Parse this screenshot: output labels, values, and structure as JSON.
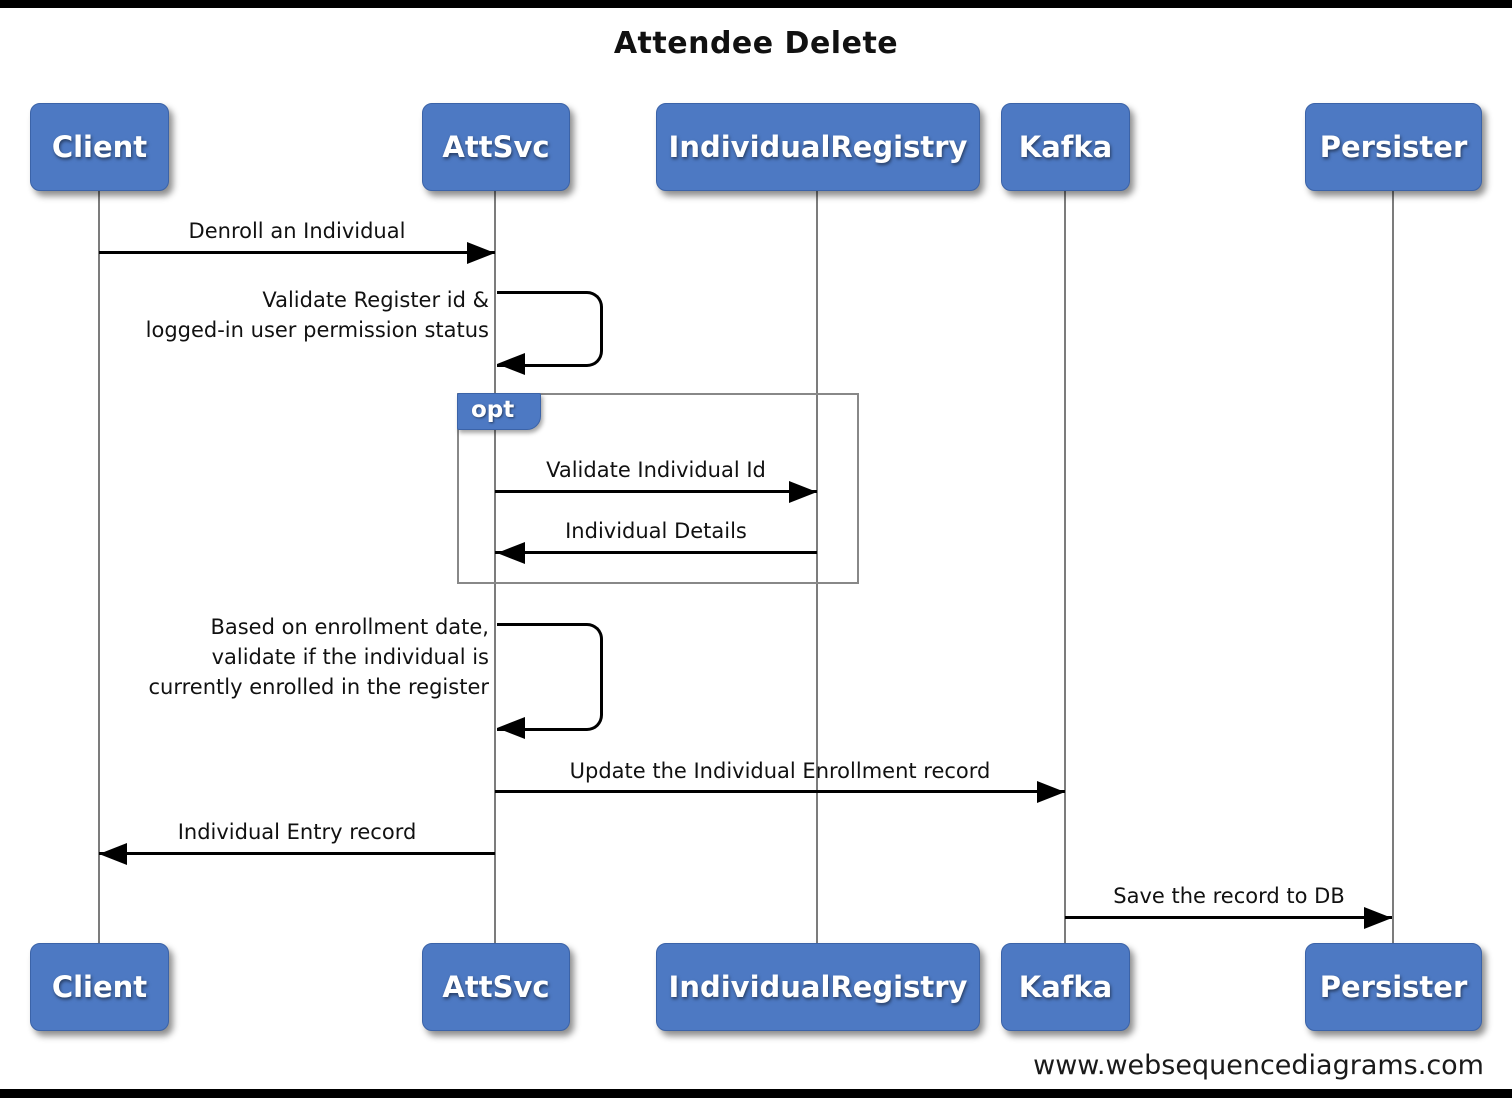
{
  "title": "Attendee Delete",
  "watermark": "www.websequencediagrams.com",
  "colors": {
    "actor_fill": "#4d79c3",
    "actor_border": "#3b63a8",
    "actor_text": "#ffffff",
    "fragment_border": "#888888",
    "fragment_label_fill": "#4d79c3",
    "lifeline": "#7c7c7c",
    "arrow": "#000000",
    "background": "#ffffff",
    "frame_bar": "#000000"
  },
  "actors": [
    {
      "label": "Client"
    },
    {
      "label": "AttSvc"
    },
    {
      "label": "IndividualRegistry"
    },
    {
      "label": "Kafka"
    },
    {
      "label": "Persister"
    }
  ],
  "fragment": {
    "label": "opt"
  },
  "messages": {
    "denroll": {
      "text": "Denroll an Individual",
      "from": "Client",
      "to": "AttSvc"
    },
    "self_validate_register": {
      "lines": [
        "Validate Register id &",
        "logged-in user permission status"
      ],
      "from": "AttSvc",
      "to": "AttSvc"
    },
    "validate_individual": {
      "text": "Validate Individual Id",
      "from": "AttSvc",
      "to": "IndividualRegistry"
    },
    "individual_details": {
      "text": "Individual Details",
      "from": "IndividualRegistry",
      "to": "AttSvc"
    },
    "self_enrollment_check": {
      "lines": [
        "Based on enrollment date,",
        "validate if the individual is",
        "currently enrolled in the register"
      ],
      "from": "AttSvc",
      "to": "AttSvc"
    },
    "update_enrollment": {
      "text": "Update the Individual Enrollment record",
      "from": "AttSvc",
      "to": "Kafka"
    },
    "entry_record": {
      "text": "Individual Entry record",
      "from": "AttSvc",
      "to": "Client"
    },
    "save_record": {
      "text": "Save the record to DB",
      "from": "Kafka",
      "to": "Persister"
    }
  }
}
